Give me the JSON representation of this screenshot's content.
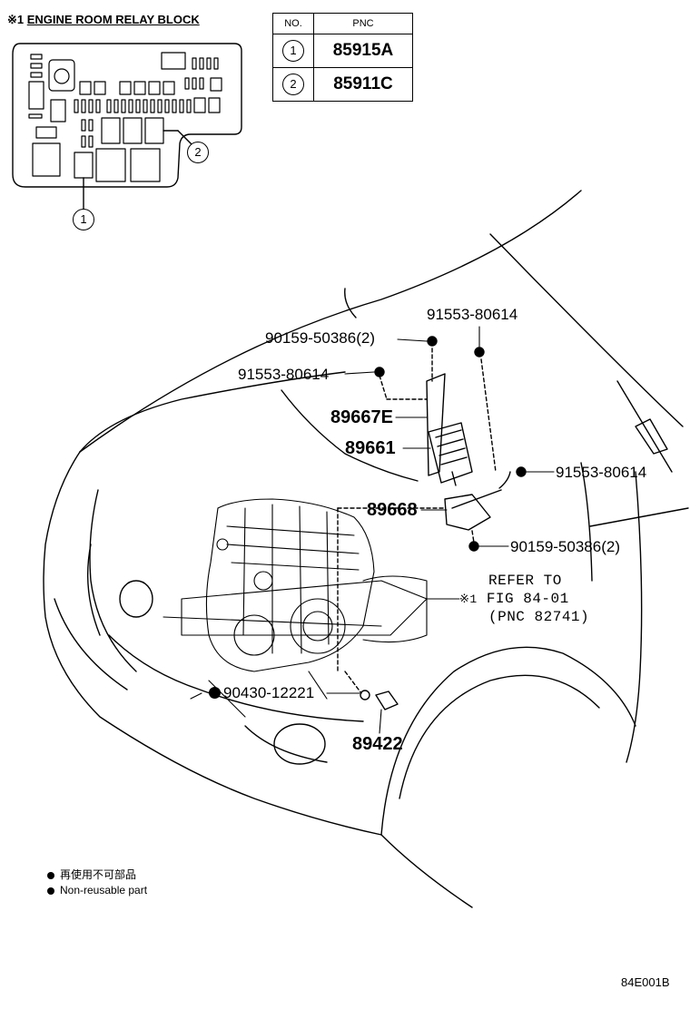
{
  "relay_block": {
    "ref_mark": "※1",
    "title": "ENGINE ROOM RELAY BLOCK",
    "callouts": [
      "1",
      "2"
    ]
  },
  "pnc_table": {
    "headers": [
      "NO.",
      "PNC"
    ],
    "rows": [
      {
        "no": "1",
        "pnc": "85915A"
      },
      {
        "no": "2",
        "pnc": "85911C"
      }
    ]
  },
  "part_labels": {
    "bolt_top": "90159-50386(2)",
    "nut_left": "91553-80614",
    "nut_top_right": "91553-80614",
    "nut_right": "91553-80614",
    "bracket": "89667E",
    "ecu": "89661",
    "bracket_lower": "89668",
    "bolt_lower": "90159-50386(2)",
    "gasket": "90430-12221",
    "sensor": "89422"
  },
  "reference": {
    "mark": "※1",
    "lines": [
      "REFER TO",
      "FIG 84-01",
      "(PNC 82741)"
    ]
  },
  "legend": {
    "japanese": "再使用不可部品",
    "english": "Non-reusable part"
  },
  "figure_code": "84E001B"
}
